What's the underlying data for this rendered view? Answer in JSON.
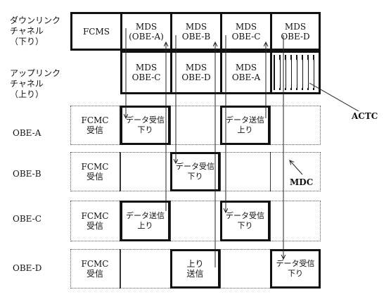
{
  "left_labels": {
    "downlink": "ダウンリンク\nチャネル\n（下り）",
    "uplink": "アップリンク\nチャネル\n（上り）",
    "obe_a": "OBE-A",
    "obe_b": "OBE-B",
    "obe_c": "OBE-C",
    "obe_d": "OBE-D"
  },
  "downlink_cells": {
    "fcms": "FCMS",
    "mds_a": "MDS\n(OBE-A)",
    "mds_b": "MDS\nOBE-B",
    "mds_c": "MDS\nOBE-C",
    "mds_d": "MDS\nOBE-D"
  },
  "uplink_cells": {
    "u1": "MDS\nOBE-C",
    "u2": "MDS\nOBE-D",
    "u3": "MDS\nOBE-A"
  },
  "obe_rows": {
    "fcmc": "FCMC\n受信",
    "a_recv": "データ受信\n下り",
    "a_send": "データ送信\n上り",
    "b_recv": "データ受信\n下り",
    "c_send": "データ送信\n上り",
    "c_recv": "データ受信\n下り",
    "d_send": "上り\n送信",
    "d_recv": "データ受信\n下り"
  },
  "callouts": {
    "actc": "ACTC",
    "mdc": "MDC"
  }
}
